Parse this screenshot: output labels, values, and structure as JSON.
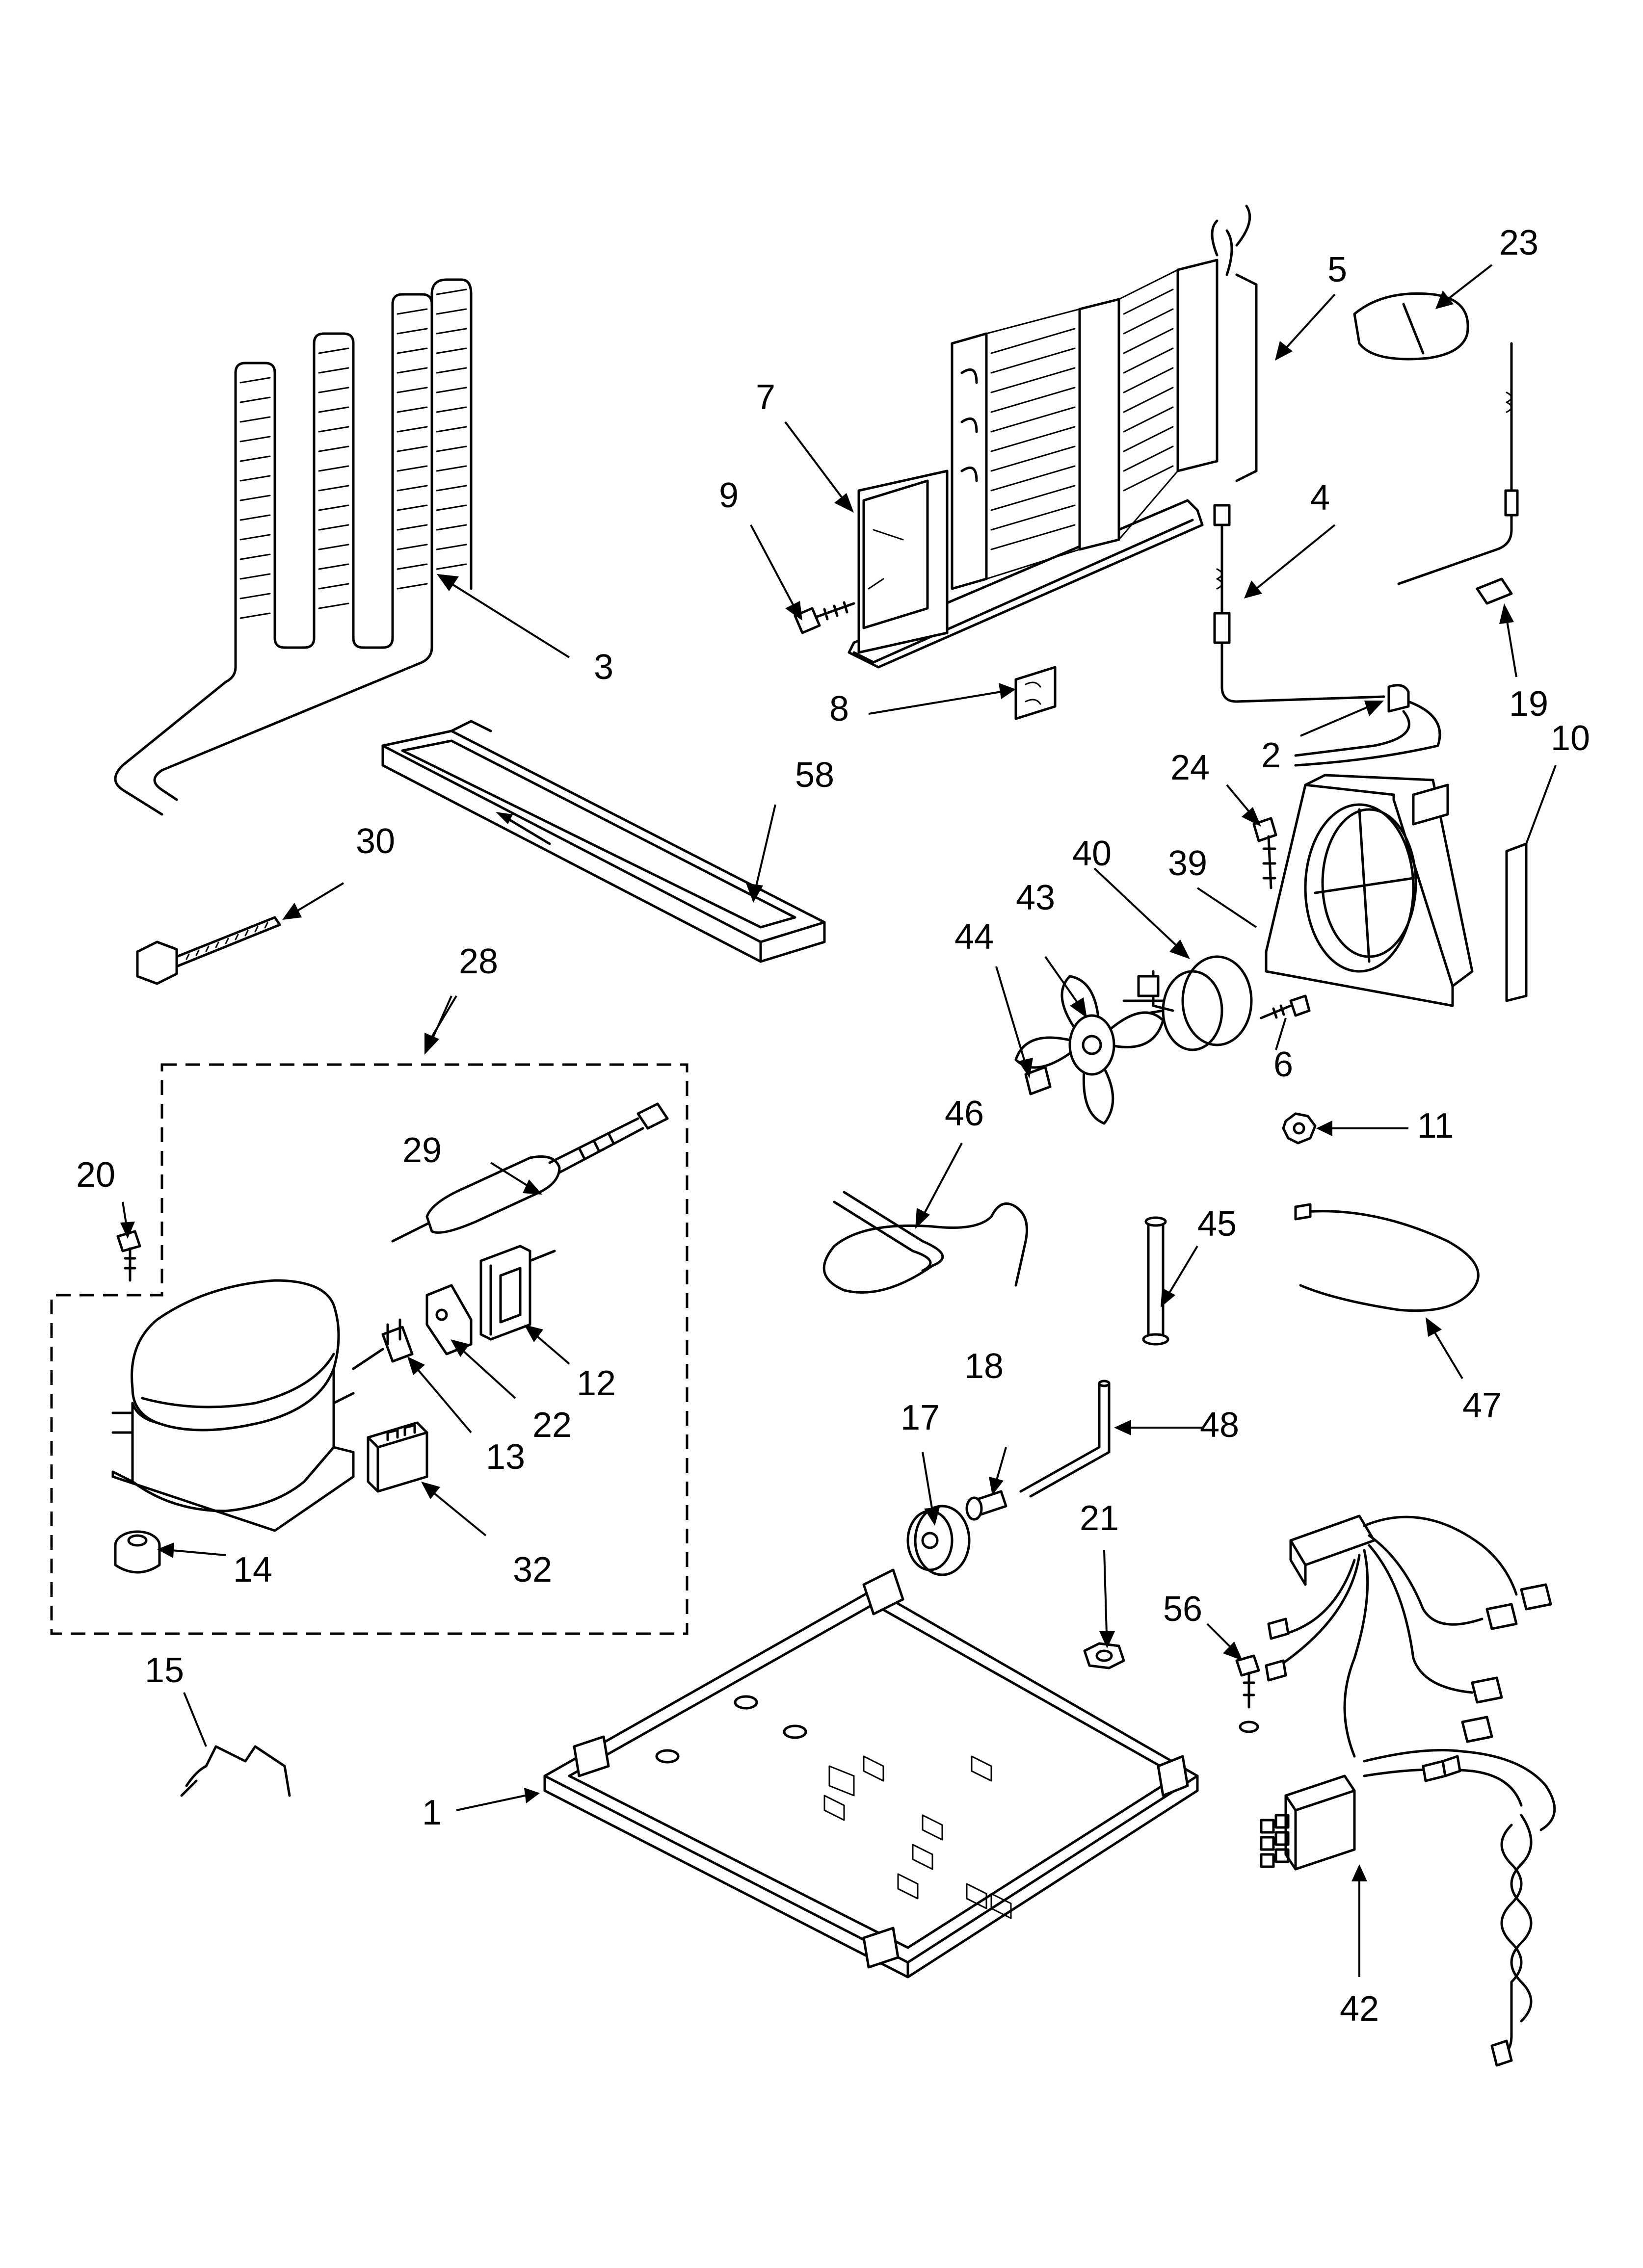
{
  "diagram": {
    "type": "exploded parts diagram",
    "callouts": [
      "1",
      "2",
      "3",
      "4",
      "5",
      "6",
      "7",
      "8",
      "9",
      "10",
      "11",
      "12",
      "13",
      "14",
      "15",
      "17",
      "18",
      "19",
      "20",
      "21",
      "22",
      "23",
      "24",
      "28",
      "29",
      "30",
      "32",
      "39",
      "40",
      "42",
      "43",
      "44",
      "45",
      "46",
      "47",
      "48",
      "56",
      "58"
    ]
  }
}
